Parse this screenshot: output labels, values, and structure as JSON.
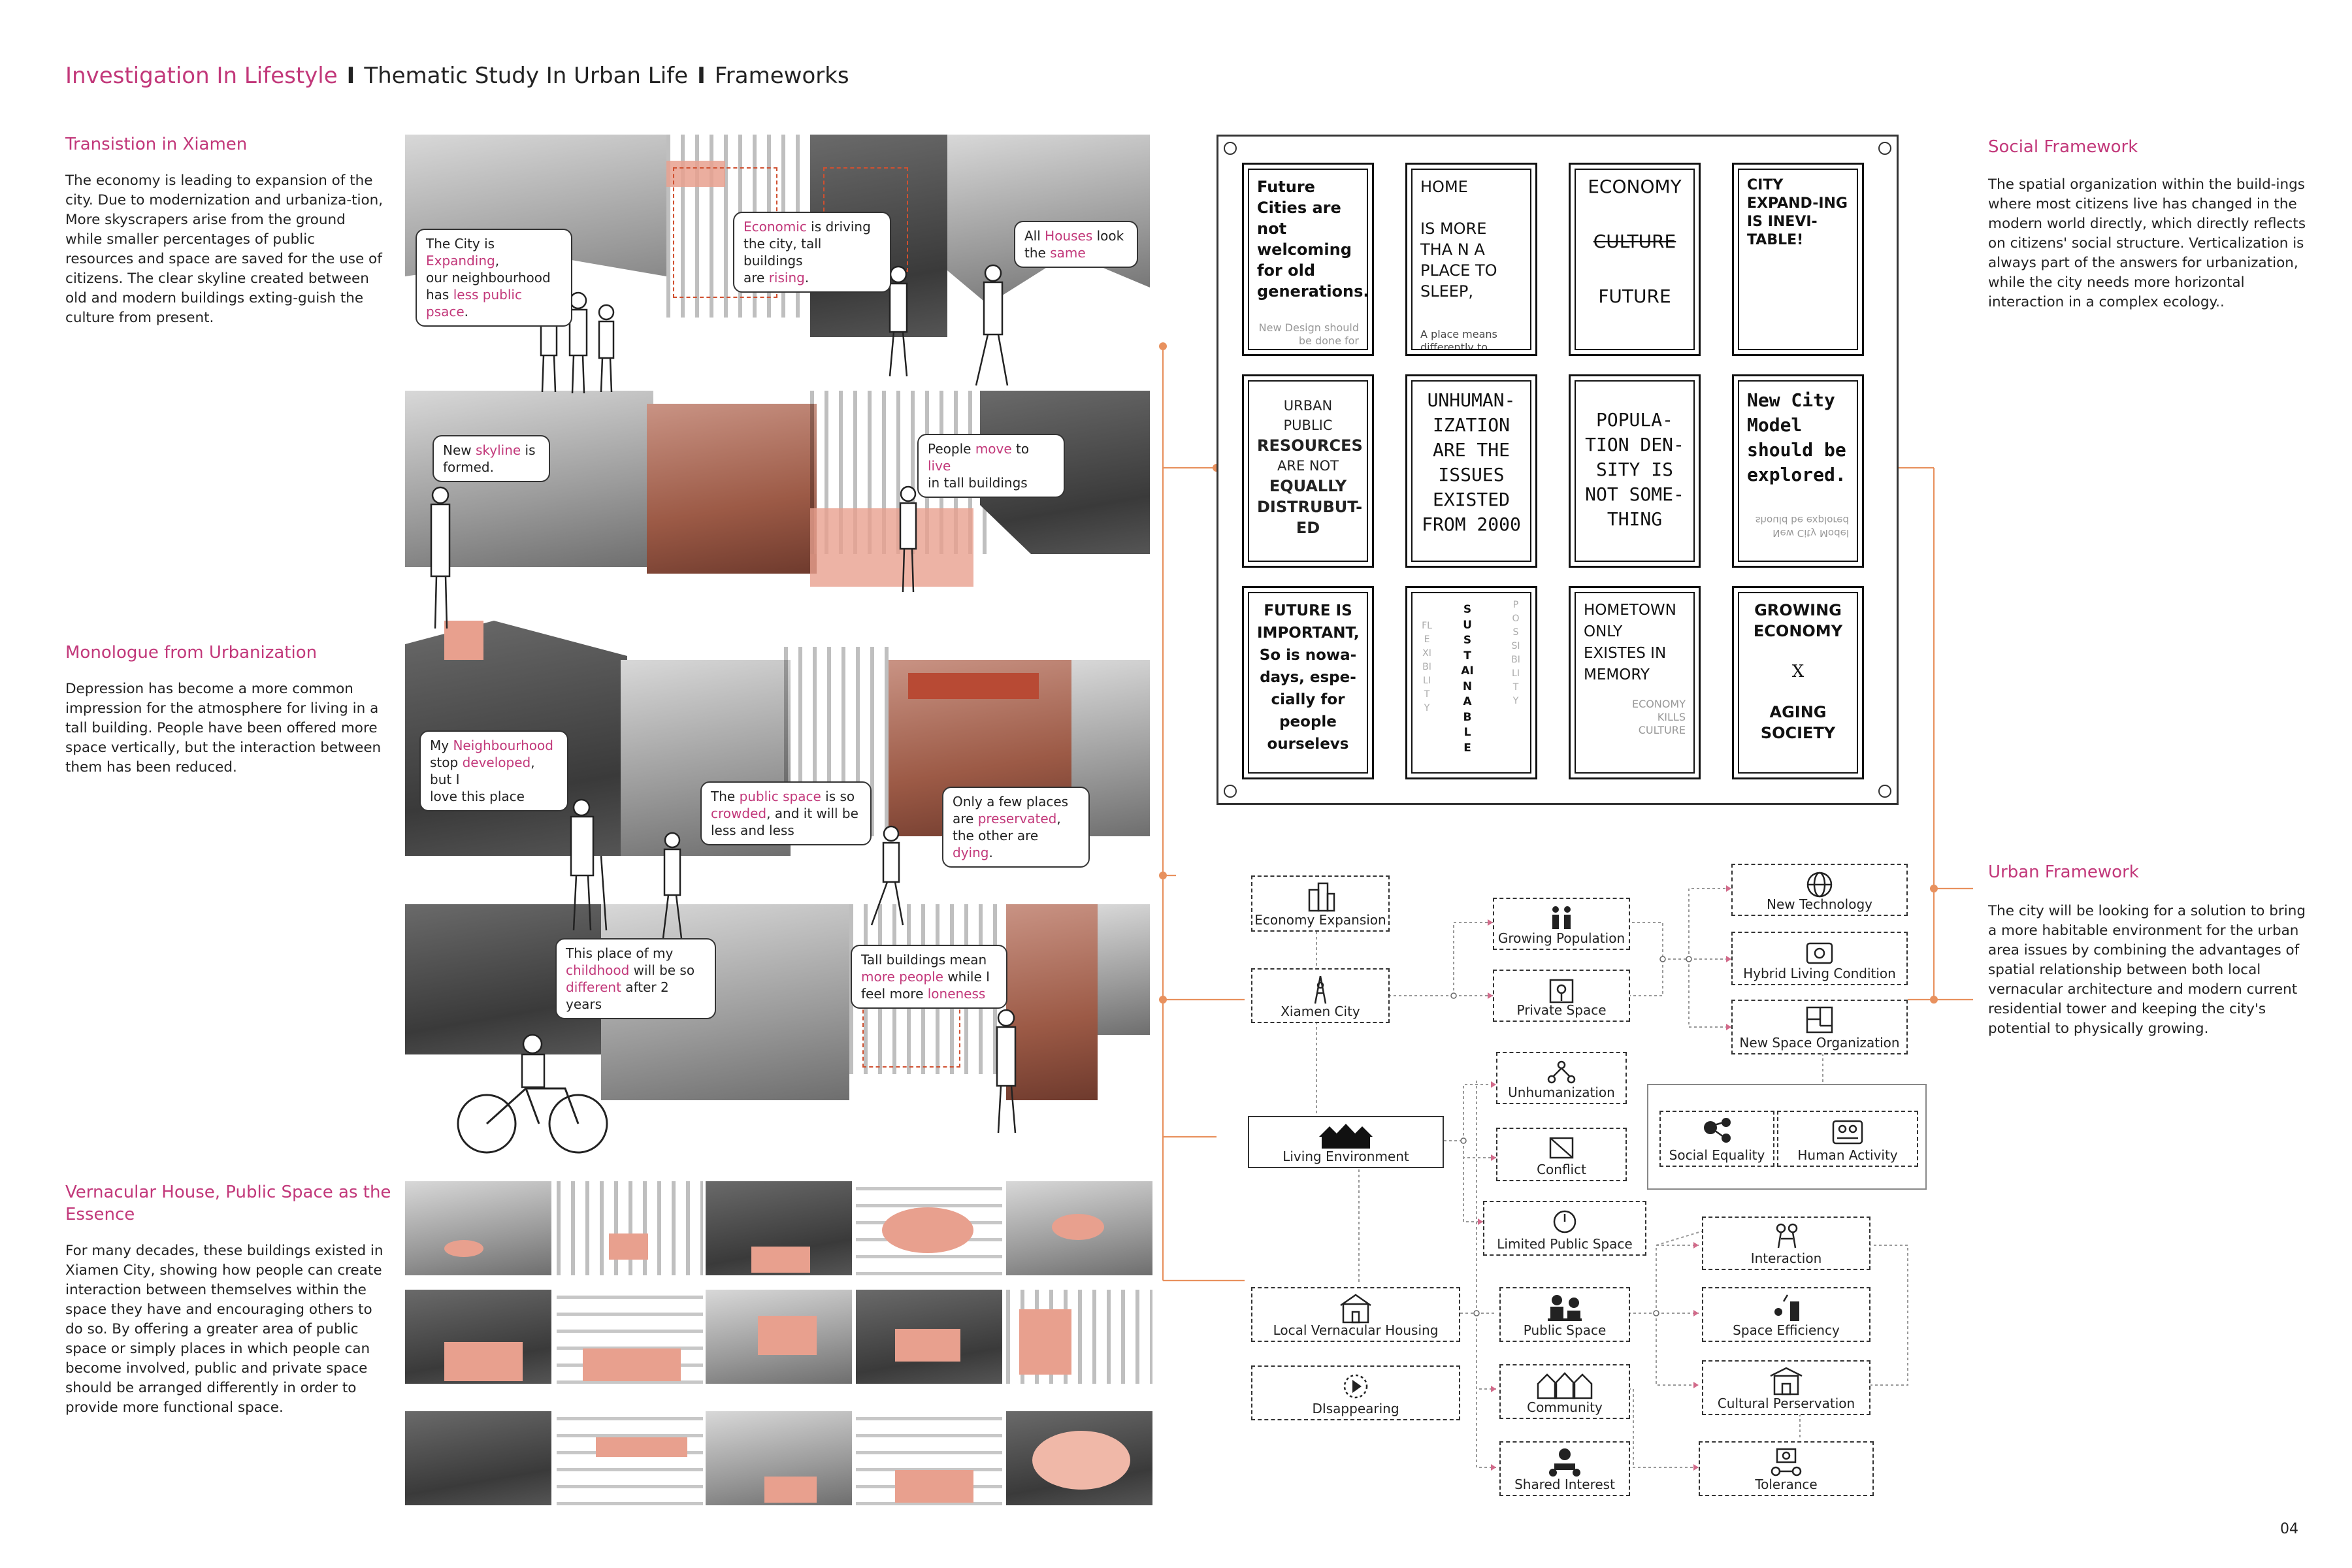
{
  "header": {
    "title": "Investigation In Lifestyle",
    "sub1": "Thematic Study In Urban Life",
    "sub2": "Frameworks",
    "sep": "I"
  },
  "left": {
    "s1": {
      "title": "Transistion in Xiamen",
      "body": "The economy is leading to expansion of the city. Due to modernization and urbaniza-tion, More skyscrapers arise from the ground while smaller percentages of public resources and space are saved for the use of citizens. The clear skyline created between old and modern buildings exting-guish the culture from present."
    },
    "s2": {
      "title": "Monologue from Urbanization",
      "body": "Depression has become a more common impression for the atmosphere for living in a tall building. People have been offered more space vertically, but the interaction between them has been reduced."
    },
    "s3": {
      "title": "Vernacular House, Public Space as the Essence",
      "body": "For many decades, these buildings existed in Xiamen City, showing how people can create interaction between themselves within the space they have and encouraging others to do so. By offering a greater area of public space or simply places in which people can become involved, public and private space should be arranged differently in order to provide more functional space."
    }
  },
  "bubbles": {
    "b1": {
      "t1": "The City is ",
      "h1": "Expanding",
      "t2": ",",
      "t3": "our neighbourhood",
      "t4": "has ",
      "h2": "less public psace",
      "t5": "."
    },
    "b2": {
      "h1": "Economic",
      "t1": " is driving",
      "t2": "the city, tall buildings",
      "t3": "are ",
      "h2": "rising",
      "t4": "."
    },
    "b3": {
      "t1": "All ",
      "h1": "Houses",
      "t2": " look",
      "t3": "the ",
      "h2": "same"
    },
    "b4": {
      "t1": "New ",
      "h1": "skyline",
      "t2": " is",
      "t3": "formed."
    },
    "b5": {
      "t1": "People ",
      "h1": "move",
      "t2": " to ",
      "h2": "live",
      "t3": "in tall buildings"
    },
    "b6": {
      "t1": "My ",
      "h1": "Neighbourhood",
      "t2": "stop ",
      "h2": "developed",
      "t3": ", but I",
      "t4": "love this place"
    },
    "b7": {
      "t1": "The ",
      "h1": "public space",
      "t2": " is so",
      "h2": "crowded",
      "t3": ", and it will be",
      "t4": "less and less"
    },
    "b8": {
      "t1": "Only a few places",
      "t2": "are ",
      "h1": "preservated",
      "t3": ",",
      "t4": "the other are ",
      "h2": "dying",
      "t5": "."
    },
    "b9": {
      "t1": "This place of my",
      "h1": "childhood",
      "t2": " will be so",
      "h2": "different",
      "t3": " after 2 years"
    },
    "b10": {
      "t1": "Tall buildings mean",
      "h1": "more people",
      "t2": " while I",
      "t3": "feel more ",
      "h2": "loneness"
    }
  },
  "cards": [
    {
      "title": "Future Cities are not welcoming for old generations.",
      "sub": "",
      "ghost": "New Design should be done for everyone"
    },
    {
      "title": "HOME\n\nIS MORE THA N A PLACE TO SLEEP,",
      "sub": "A place  means differently to anyone",
      "ghost": ""
    },
    {
      "title": "ECONOMY",
      "strike": "CULTURE",
      "title2": "FUTURE"
    },
    {
      "title": "CITY EXPAND-ING IS INEVI-TABLE!",
      "sub": "",
      "ghost": ""
    },
    {
      "l1": "URBAN PUBLIC",
      "l2": "RESOURCES",
      "l3": "ARE NOT",
      "l4": "EQUALLY",
      "l5": "DISTRUBUT-",
      "l6": "ED"
    },
    {
      "title": "UNHUMAN-IZATION ARE THE ISSUES EXISTED FROM 2000"
    },
    {
      "title": "POPULA-TION DEN-SITY IS NOT SOME-THING"
    },
    {
      "title": "New City Model should be explored.",
      "mirror": "New City Model should be explored"
    },
    {
      "title": "FUTURE IS IMPORTANT, So is nowa-days, espe-cially for people ourselevs"
    },
    {
      "v1": "FLEXIBILITY",
      "v2": "SUSTAINABLE",
      "v3": "POSSIBILITY"
    },
    {
      "title": "HOMETOWN ONLY EXISTES IN MEMORY",
      "ghost": "ECONOMY KILLS CULTURE"
    },
    {
      "title": "GROWING ECONOMY",
      "x": "X",
      "title2": "AGING SOCIETY"
    }
  ],
  "right": {
    "social": {
      "title": "Social Framework",
      "body": "The spatial organization within the build-ings where most citizens live has changed in the modern world directly, which directly reflects on citizens' social structure. Verticalization is always part of the answers for urbanization, while the city needs more horizontal interaction in a complex ecology.."
    },
    "urban": {
      "title": "Urban Framework",
      "body": "The city will be looking for a solution to bring a more habitable environment for the urban area issues by combining the advantages of spatial relationship between both local vernacular architecture and modern current residential tower and keeping the city's potential to physically growing."
    }
  },
  "diagram": {
    "economy_expansion": "Economy Expansion",
    "xiamen_city": "Xiamen City",
    "growing_population": "Growing Population",
    "private_space": "Private Space",
    "new_technology": "New Technology",
    "hybrid_living": "Hybrid Living Condition",
    "new_space_org": "New Space Organization",
    "living_env": "Living Environment",
    "unhumanization": "Unhumanization",
    "conflict": "Conflict",
    "limited_public": "Limited Public Space",
    "social_equality": "Social Equality",
    "human_activity": "Human Activity",
    "local_vernacular": "Local Vernacular Housing",
    "public_space": "Public Space",
    "interaction": "Interaction",
    "space_efficiency": "Space Efficiency",
    "disappearing": "DIsappearing",
    "community": "Community",
    "cultural_pres": "Cultural Perservation",
    "shared_interest": "Shared Interest",
    "tolerance": "Tolerance"
  },
  "page_number": "04",
  "colors": {
    "accent": "#c2387a",
    "line": "#e8915e",
    "salmon": "#e8a08e"
  }
}
